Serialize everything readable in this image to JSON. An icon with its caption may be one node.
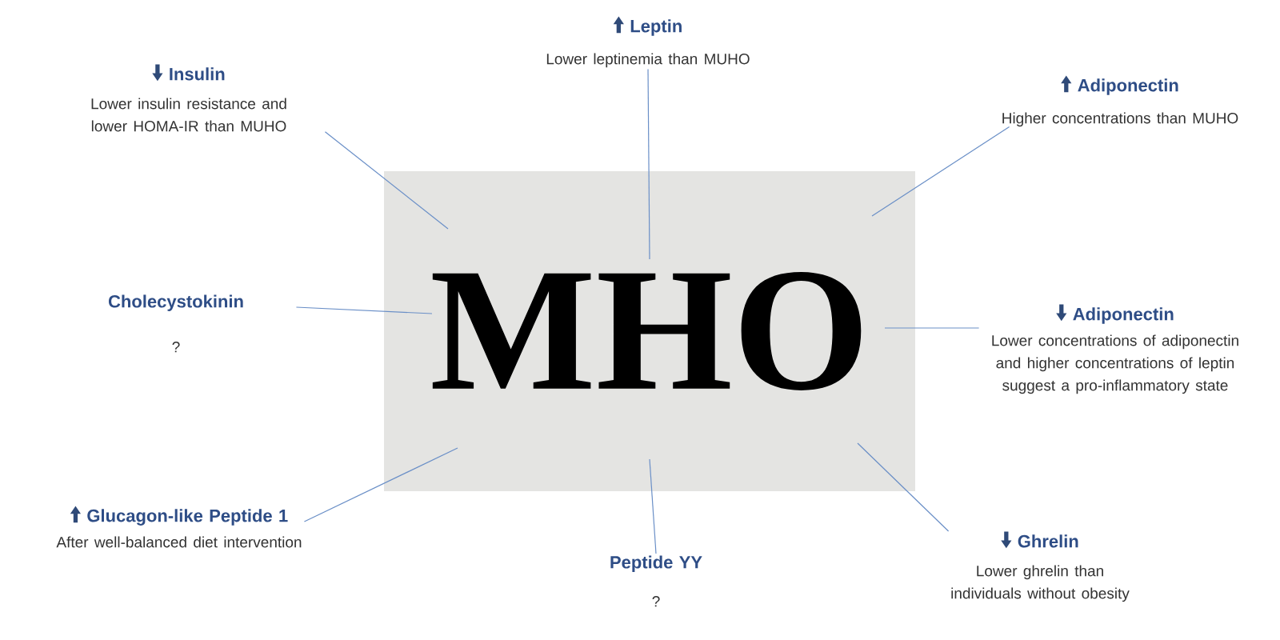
{
  "diagram": {
    "nodes": [
      {
        "text": [
          "MHO"
        ]
      },
      {
        "text": [
          "Insulin",
          "Lower insulin resistance and lower HOMA-IR than MUHO"
        ]
      },
      {
        "text": [
          "Leptin",
          "Lower leptinemia than MUHO"
        ]
      },
      {
        "text": [
          "Adiponectin",
          "Higher concentrations than MUHO"
        ]
      },
      {
        "text": [
          "Cholecystokinin",
          "?"
        ]
      },
      {
        "text": [
          "Adiponectin",
          "Lower concentrations of adiponectin and higher concentrations of leptin suggest a pro-inflammatory state"
        ]
      },
      {
        "text": [
          "Glucagon-like Peptide 1",
          "After well-balanced diet intervention"
        ]
      },
      {
        "text": [
          "Peptide YY",
          "?"
        ]
      },
      {
        "text": [
          "Ghrelin",
          "Lower ghrelin than individuals without obesity"
        ]
      }
    ],
    "edges": [
      {
        "from": 1,
        "to": 0,
        "arrow": "none"
      },
      {
        "from": 2,
        "to": 0,
        "arrow": "none"
      },
      {
        "from": 3,
        "to": 0,
        "arrow": "none"
      },
      {
        "from": 4,
        "to": 0,
        "arrow": "none"
      },
      {
        "from": 5,
        "to": 0,
        "arrow": "none"
      },
      {
        "from": 6,
        "to": 0,
        "arrow": "none"
      },
      {
        "from": 7,
        "to": 0,
        "arrow": "none"
      },
      {
        "from": 8,
        "to": 0,
        "arrow": "none"
      }
    ]
  }
}
